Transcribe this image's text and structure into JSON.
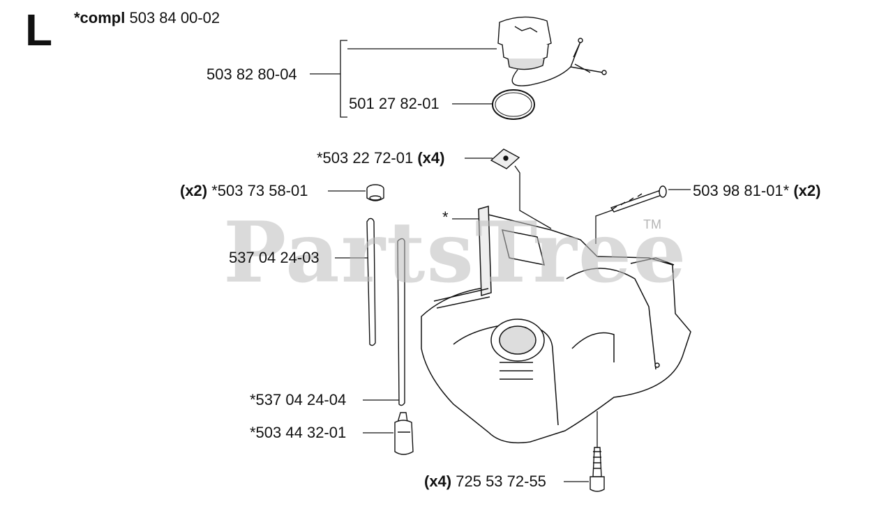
{
  "section_letter": "L",
  "assembly": {
    "prefix": "*compl",
    "number": "503 84 00-02"
  },
  "watermark": {
    "text": "PartsTree",
    "tm": "TM"
  },
  "parts": {
    "cap_assembly": {
      "number": "503 82 80-04"
    },
    "o_ring": {
      "number": "501 27 82-01"
    },
    "clip": {
      "number": "*503 22 72-01",
      "qty": "(x4)"
    },
    "grommet": {
      "qty": "(x2)",
      "number": "*503 73 58-01"
    },
    "bolt_long": {
      "number": "503 98 81-01*",
      "qty": "(x2)"
    },
    "asterisk_part": {
      "number": "*"
    },
    "hose_1": {
      "number": "537 04 24-03"
    },
    "hose_2": {
      "number": "*537 04 24-04"
    },
    "filter": {
      "number": "*503 44 32-01"
    },
    "screw": {
      "qty": "(x4)",
      "number": "725 53 72-55"
    }
  }
}
